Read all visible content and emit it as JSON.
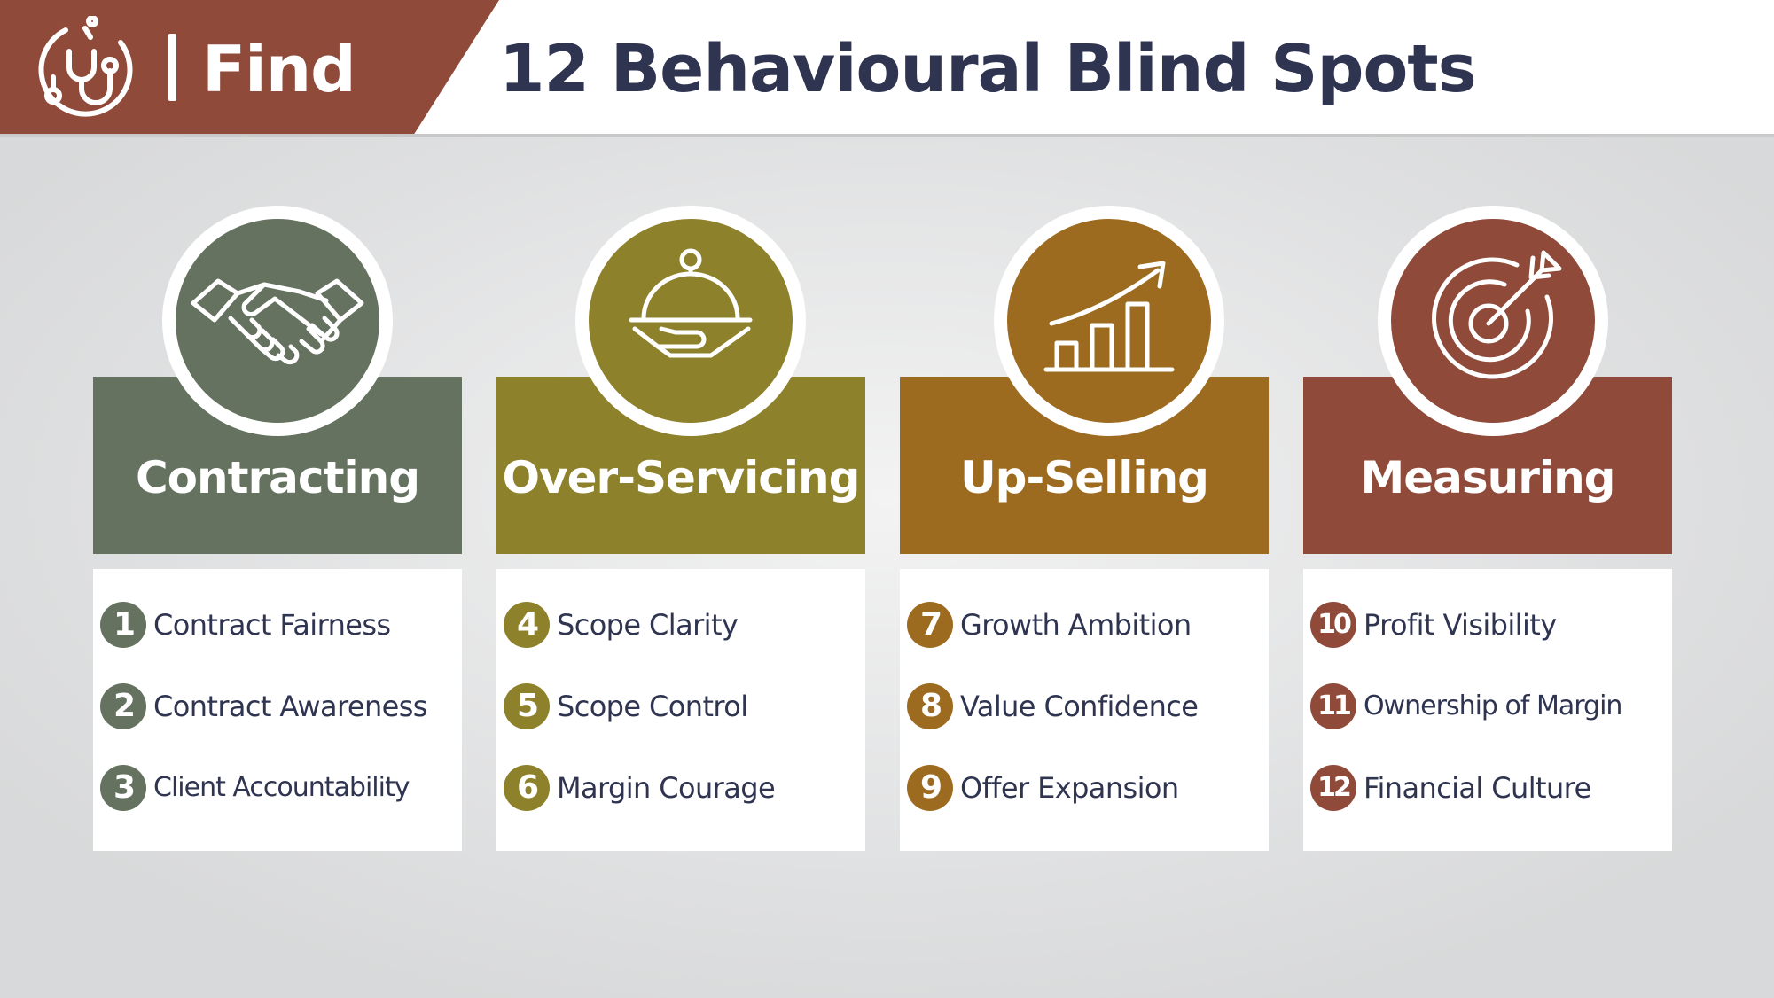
{
  "header": {
    "section_label": "Find",
    "title": "12 Behavioural Blind Spots",
    "tab_color": "#8f4a3a",
    "icon": "stethoscope-icon"
  },
  "categories": [
    {
      "name": "Contracting",
      "color": "#64725f",
      "icon": "handshake-icon",
      "items": [
        {
          "number": "1",
          "label": "Contract Fairness"
        },
        {
          "number": "2",
          "label": "Contract Awareness"
        },
        {
          "number": "3",
          "label": "Client Accountability"
        }
      ]
    },
    {
      "name": "Over-Servicing",
      "color": "#8e812b",
      "icon": "serving-cloche-icon",
      "items": [
        {
          "number": "4",
          "label": "Scope Clarity"
        },
        {
          "number": "5",
          "label": "Scope Control"
        },
        {
          "number": "6",
          "label": "Margin Courage"
        }
      ]
    },
    {
      "name": "Up-Selling",
      "color": "#9d6b1f",
      "icon": "growth-chart-icon",
      "items": [
        {
          "number": "7",
          "label": "Growth Ambition"
        },
        {
          "number": "8",
          "label": "Value Confidence"
        },
        {
          "number": "9",
          "label": "Offer Expansion"
        }
      ]
    },
    {
      "name": "Measuring",
      "color": "#8f4a3a",
      "icon": "target-icon",
      "items": [
        {
          "number": "10",
          "label": "Profit Visibility"
        },
        {
          "number": "11",
          "label": "Ownership of Margin"
        },
        {
          "number": "12",
          "label": "Financial Culture"
        }
      ]
    }
  ]
}
